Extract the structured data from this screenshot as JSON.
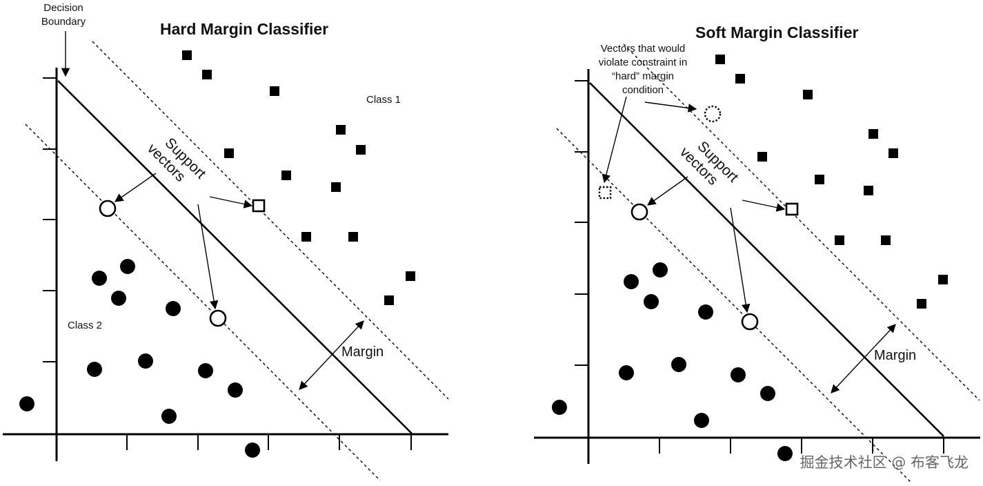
{
  "left_panel": {
    "title": "Hard Margin Classifier",
    "decision_boundary_label": [
      "Decision",
      "Boundary"
    ],
    "class1_label": "Class 1",
    "class2_label": "Class 2",
    "support_vectors_label": [
      "Support",
      "vectors"
    ],
    "margin_label": "Margin"
  },
  "right_panel": {
    "title": "Soft Margin Classifier",
    "violation_label": [
      "Vectors that would",
      "violate constraint in",
      "“hard” margin",
      "condition"
    ],
    "support_vectors_label": [
      "Support",
      "vectors"
    ],
    "margin_label": "Margin"
  },
  "watermark": "掘金技术社区 @ 布客飞龙"
}
